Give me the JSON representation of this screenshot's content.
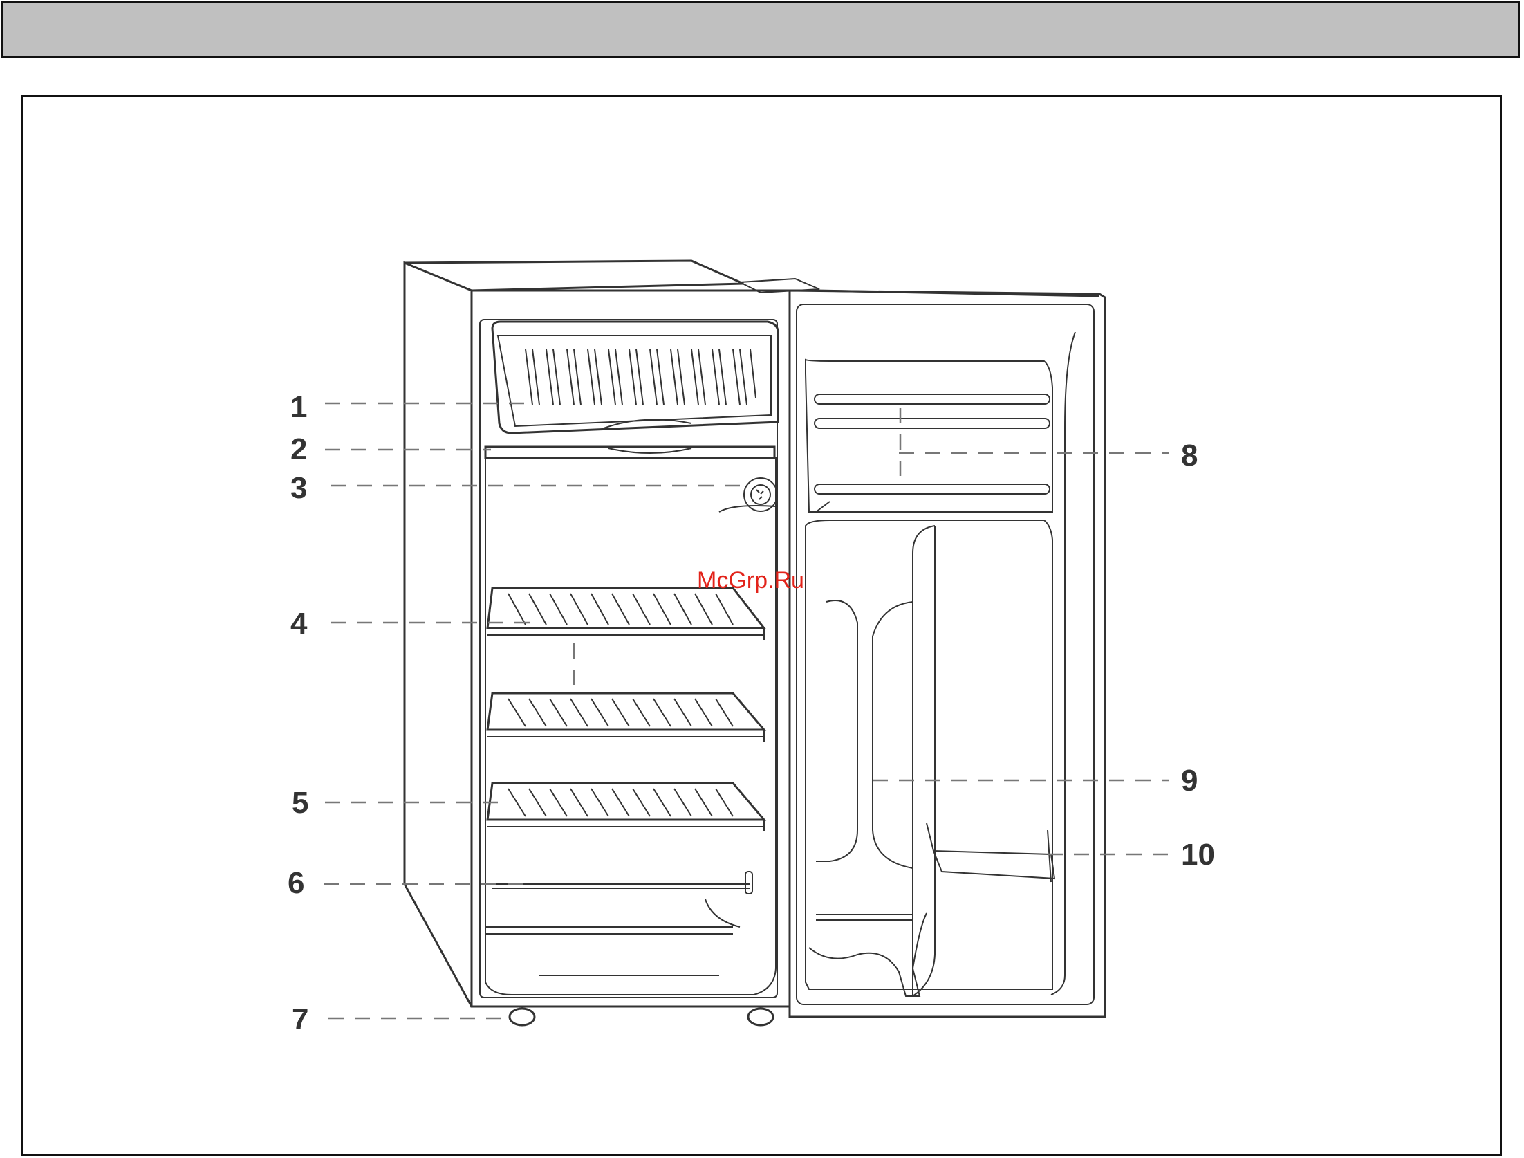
{
  "watermark": "McGrp.Ru",
  "callouts": [
    {
      "id": "1",
      "label": "1"
    },
    {
      "id": "2",
      "label": "2"
    },
    {
      "id": "3",
      "label": "3"
    },
    {
      "id": "4",
      "label": "4"
    },
    {
      "id": "5",
      "label": "5"
    },
    {
      "id": "6",
      "label": "6"
    },
    {
      "id": "7",
      "label": "7"
    },
    {
      "id": "8",
      "label": "8"
    },
    {
      "id": "9",
      "label": "9"
    },
    {
      "id": "10",
      "label": "10"
    }
  ],
  "colors": {
    "header": "#c0c0c0",
    "line": "#333333",
    "leader": "#777777",
    "watermark": "#e2231a"
  }
}
